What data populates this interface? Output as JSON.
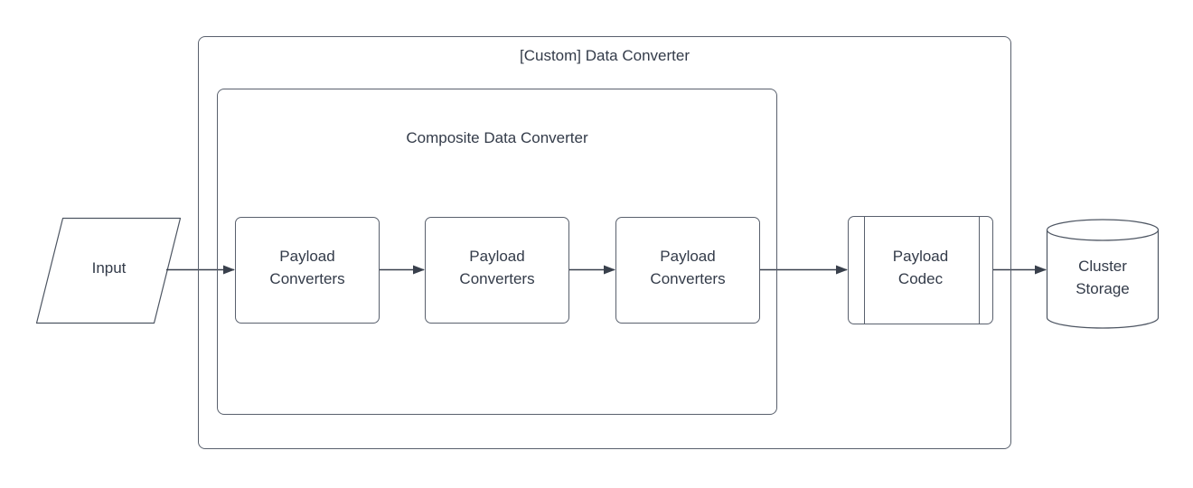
{
  "diagram": {
    "outer_container": {
      "label": "[Custom] Data Converter"
    },
    "inner_container": {
      "label": "Composite Data Converter"
    },
    "input_node": {
      "label": "Input",
      "shape": "parallelogram"
    },
    "payload_converter_nodes": [
      {
        "label": "Payload Converters"
      },
      {
        "label": "Payload Converters"
      },
      {
        "label": "Payload Converters"
      }
    ],
    "payload_codec_node": {
      "label": "Payload Codec",
      "shape": "predefined-process"
    },
    "cluster_storage_node": {
      "label": "Cluster Storage",
      "shape": "cylinder"
    },
    "colors": {
      "shape_border": "#59606d",
      "connector": "#39404c",
      "text": "#333b49",
      "background": "#ffffff"
    }
  }
}
